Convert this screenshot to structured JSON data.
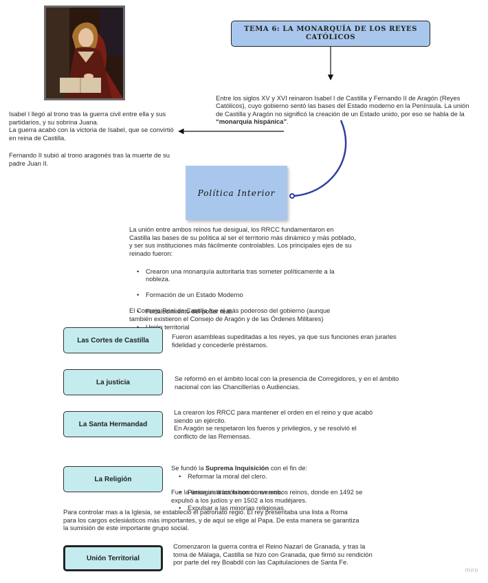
{
  "title": "TEMA 6: LA MONARQUÍA DE LOS REYES CATÓLICOS",
  "intro": {
    "part1": "Entre los siglos XV y XVI reinaron Isabel I de Castilla y Fernando II de Aragón (Reyes Católicos), cuyo gobierno sentó las bases del Estado moderno en la Península. La unión de Castilla y Aragón no significó la creación de un Estado unido, por eso se habla de la ",
    "bold": "“monarquía hispánica”",
    "part2": "."
  },
  "left_note": {
    "p1": "Isabel I llegó al trono tras la guerra civil entre ella y sus partidarios, y su sobrina Juana.\nLa guerra acabó con la victoria de Isabel, que se convirtió en reina de Castilla.",
    "p2": "Fernando II subió al trono aragonés tras la muerte de su padre Juan II."
  },
  "sticky_note": "Política Interior",
  "interior": {
    "intro": "La unión entre ambos reinos fue desigual, los RRCC fundamentaron en Castilla las bases de su política al ser el territorio más dinámico y más poblado, y ser sus instituciones más fácilmente controlables. Los principales ejes de su reinado fueron:",
    "axes": [
      "Crearon una monarquía autoritaria tras someter políticamente a la nobleza.",
      "Formación de un Estado Moderno",
      "Fortalecimiento del poder real.",
      "Unión territorial"
    ],
    "consejo": "El Consejo Real de Castilla fue el más poderoso del gobierno (aunque también existieron el Consejo de Aragón y de las Órdenes Militares)"
  },
  "sections": {
    "cortes": {
      "label": "Las Cortes de Castilla",
      "text": "Fueron asambleas supeditadas a los reyes, ya que sus funciones eran jurarles fidelidad y concederle préstamos."
    },
    "justicia": {
      "label": "La justicia",
      "text": "Se reformó en el ámbito local con la presencia de Corregidores, y en el ámbito nacional con las Chancillerías o Audiencias."
    },
    "hermandad": {
      "label": "La Santa Hermandad",
      "text": "La crearon los RRCC para mantener el orden en el reino y que acabó siendo un ejército.\nEn Aragón se respetaron los fueros y privilegios, y se resolvió el conflicto de las Remensas."
    },
    "religion": {
      "label": "La Religión",
      "intro_pre": "Se fundó la ",
      "intro_bold": "Suprema Inquisición",
      "intro_post": " con el fin de:",
      "items": [
        "Reformar la moral del clero.",
        "Perseguir a los falsos conversos.",
        "Expulsar a las minorías religiosas."
      ],
      "outro": "Fue la única institución común en ambos reinos, donde en 1492 se expulsó a los judíos y en 1502 a los mudéjares.",
      "patronato": "Para controlar mas a la Iglesia, se estableció el patronato regio. El rey presentaba una lista a Roma para los cargos eclesiásticos más importantes, y de aquí se elige al Papa. De esta manera se garantiza la sumisión de este importante grupo social."
    },
    "union": {
      "label": "Unión Territorial",
      "text": "Comenzaron la guerra contra el Reino Nazarí de Granada, y tras la toma de Málaga, Castilla se hizo con Granada, que firmó su rendición por parte del rey Boabdil con las Capitulaciones de Santa Fe."
    }
  },
  "watermark": "miro",
  "colors": {
    "title_fill": "#a9c7ec",
    "sticky_fill": "#a9c7ec",
    "box_fill": "#c4ecef",
    "connector_blue": "#2f3fa3"
  },
  "icons": {
    "portrait": "queen-isabel-portrait"
  }
}
